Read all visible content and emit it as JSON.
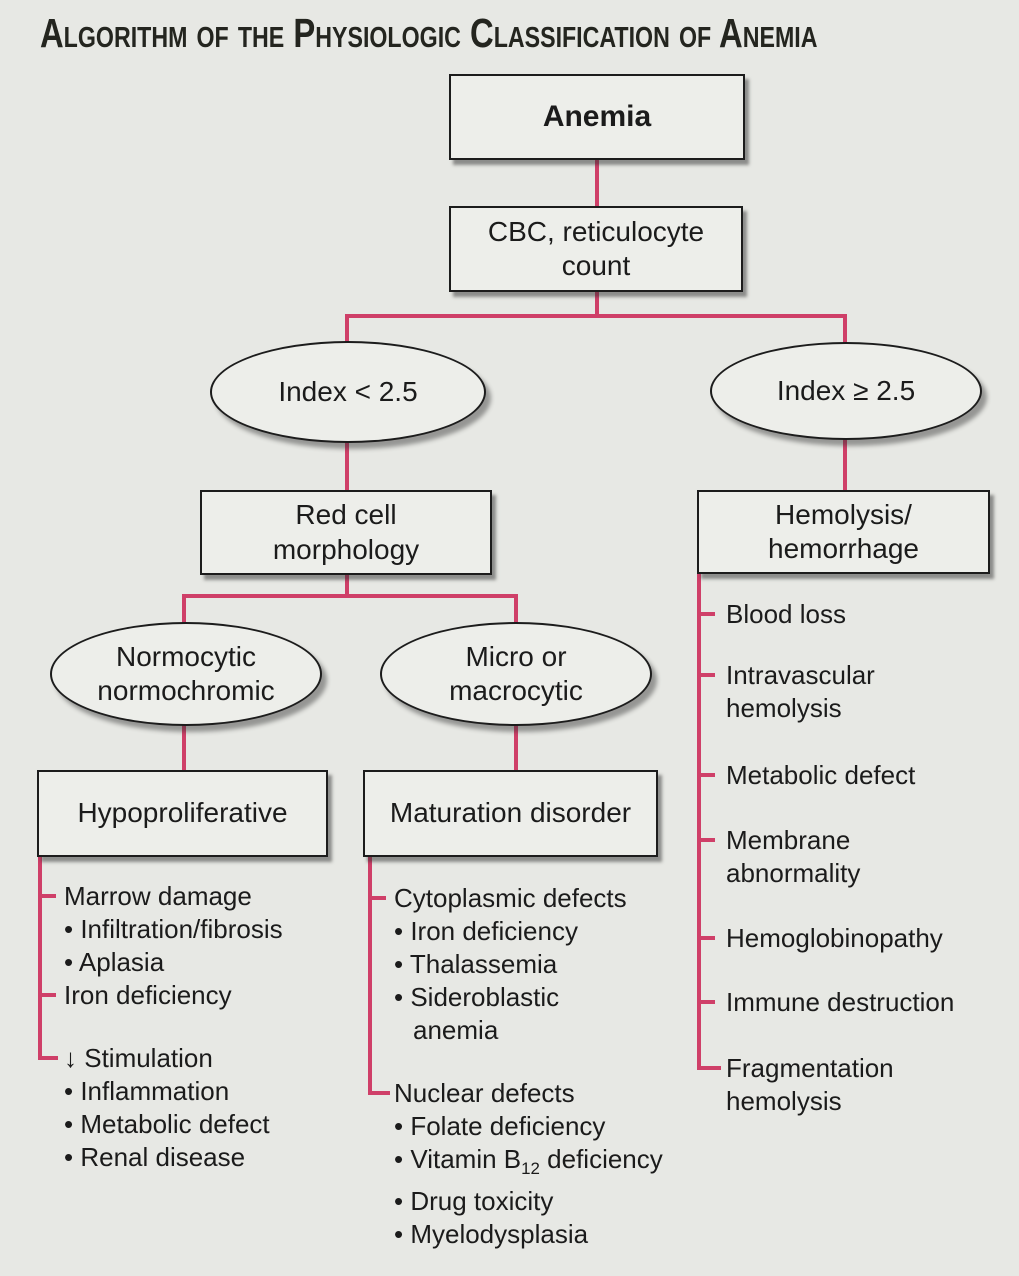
{
  "title": "Algorithm of the Physiologic Classification of Anemia",
  "colors": {
    "background": "#e7e8e4",
    "node_fill": "#edeeea",
    "node_border": "#1c1c1c",
    "connector_pink": "#cf3f68",
    "text": "#1b1b1b"
  },
  "nodes": {
    "anemia": {
      "lines": [
        "Anemia"
      ]
    },
    "cbc": {
      "lines": [
        "CBC, reticulocyte",
        "count"
      ]
    },
    "index_low": {
      "lines": [
        "Index < 2.5"
      ]
    },
    "index_high": {
      "lines": [
        "Index ≥ 2.5"
      ]
    },
    "red_cell_morphology": {
      "lines": [
        "Red cell",
        "morphology"
      ]
    },
    "hemolysis_hemorrhage": {
      "lines": [
        "Hemolysis/",
        "hemorrhage"
      ]
    },
    "normocytic_normochromic": {
      "lines": [
        "Normocytic",
        "normochromic"
      ]
    },
    "micro_or_macrocytic": {
      "lines": [
        "Micro or",
        "macrocytic"
      ]
    },
    "hypoproliferative": {
      "lines": [
        "Hypoproliferative"
      ]
    },
    "maturation_disorder": {
      "lines": [
        "Maturation disorder"
      ]
    }
  },
  "hypoproliferative_list": {
    "group1": [
      "Marrow damage",
      "• Infiltration/fibrosis",
      "• Aplasia",
      "Iron deficiency"
    ],
    "group2": [
      "↓ Stimulation",
      "• Inflammation",
      "• Metabolic defect",
      "• Renal disease"
    ]
  },
  "maturation_list": {
    "group1": [
      "Cytoplasmic defects",
      "• Iron deficiency",
      "• Thalassemia",
      "• Sideroblastic anemia"
    ],
    "group2_head": "Nuclear defects",
    "group2_item1": "• Folate deficiency",
    "vitamin_b12": {
      "prefix": "• Vitamin B",
      "sub": "12",
      "suffix": " deficiency"
    },
    "group2_item3": "• Drug toxicity",
    "group2_item4": "• Myelodysplasia"
  },
  "hemolysis_list": [
    "Blood loss",
    "Intravascular hemolysis",
    "Metabolic defect",
    "Membrane abnormality",
    "Hemoglobinopathy",
    "Immune destruction",
    "Fragmentation hemolysis"
  ]
}
